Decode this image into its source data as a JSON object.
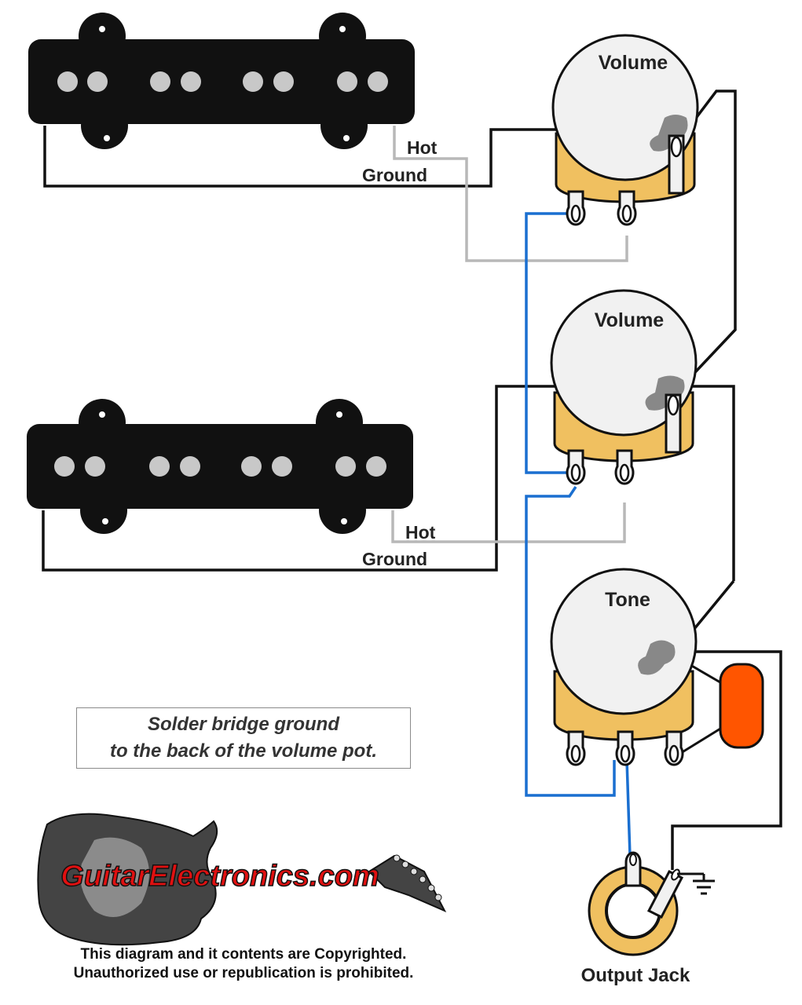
{
  "pot_labels": {
    "volume_top": "Volume",
    "volume_middle": "Volume",
    "tone": "Tone"
  },
  "pickup_top": {
    "hot_label": "Hot",
    "ground_label": "Ground"
  },
  "pickup_bottom": {
    "hot_label": "Hot",
    "ground_label": "Ground"
  },
  "note": {
    "line1": "Solder bridge ground",
    "line2": "to the back of the volume pot."
  },
  "output_jack_label": "Output Jack",
  "logo": {
    "text": "GuitarElectronics.com"
  },
  "copyright": {
    "line1": "This diagram and it contents are Copyrighted.",
    "line2": "Unauthorized use or republication is prohibited."
  },
  "colors": {
    "pickup": "#111111",
    "pole": "#c8c8c8",
    "pot_cap": "#f1f1f1",
    "pot_can": "#f0c060",
    "solder": "#888888",
    "hot_wire": "#b8b8b8",
    "blue_wire": "#1a6fd0",
    "capacitor": "#ff5500",
    "jack": "#f0c060"
  }
}
